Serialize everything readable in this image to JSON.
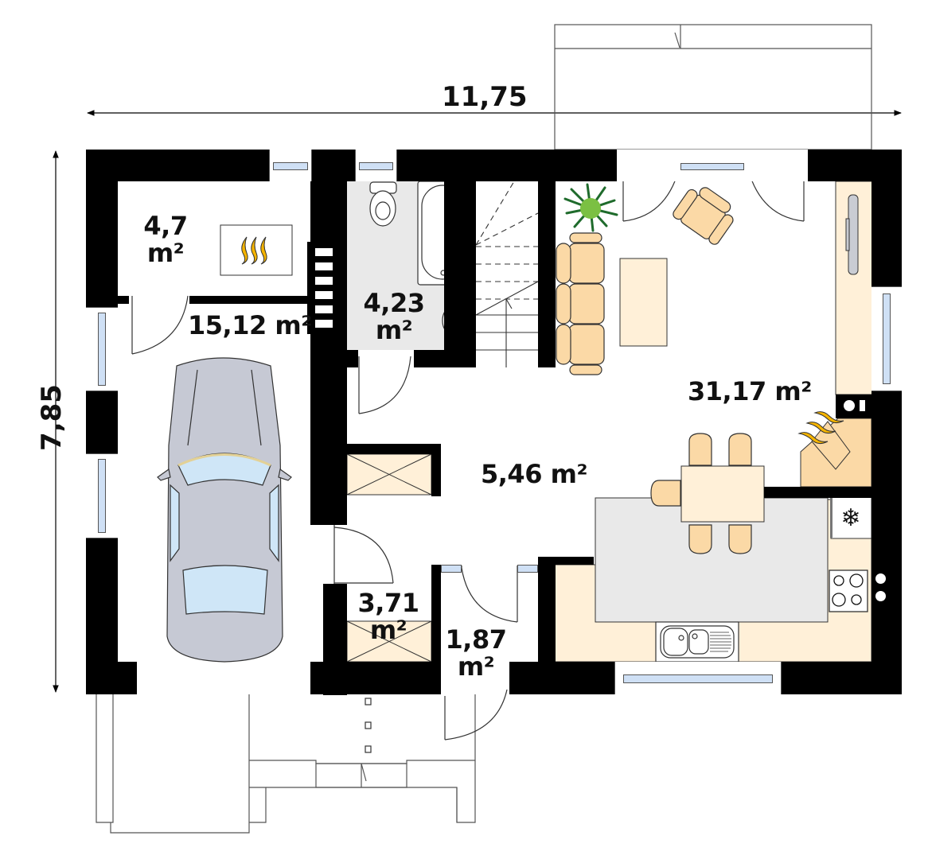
{
  "plan": {
    "dimensions": {
      "width_label": "11,75",
      "height_label": "7,85"
    },
    "rooms": [
      {
        "id": "boiler-room",
        "area": "4,7",
        "unit": "m²"
      },
      {
        "id": "garage",
        "area": "15,12",
        "unit": "m²"
      },
      {
        "id": "bathroom",
        "area": "4,23",
        "unit": "m²"
      },
      {
        "id": "living-room",
        "area": "31,17",
        "unit": "m²"
      },
      {
        "id": "hall",
        "area": "5,46",
        "unit": "m²"
      },
      {
        "id": "storage",
        "area": "3,71",
        "unit": "m²"
      },
      {
        "id": "vestibule",
        "area": "1,87",
        "unit": "m²"
      }
    ],
    "icons": {
      "boiler": "flame-icon",
      "fireplace": "fireplace-icon",
      "fridge": "snowflake-icon",
      "stove": "stove-burners-icon",
      "car": "car-icon",
      "plant": "plant-icon"
    },
    "colors": {
      "wall": "#000000",
      "furniture": "#fbd9a6",
      "furniture_light": "#fff0d8",
      "floor_gray": "#e9e9e9",
      "glass": "#cfe0f5",
      "flame": "#f5b400",
      "plant": "#2f8a3a",
      "car": "#c6c9d4"
    }
  }
}
